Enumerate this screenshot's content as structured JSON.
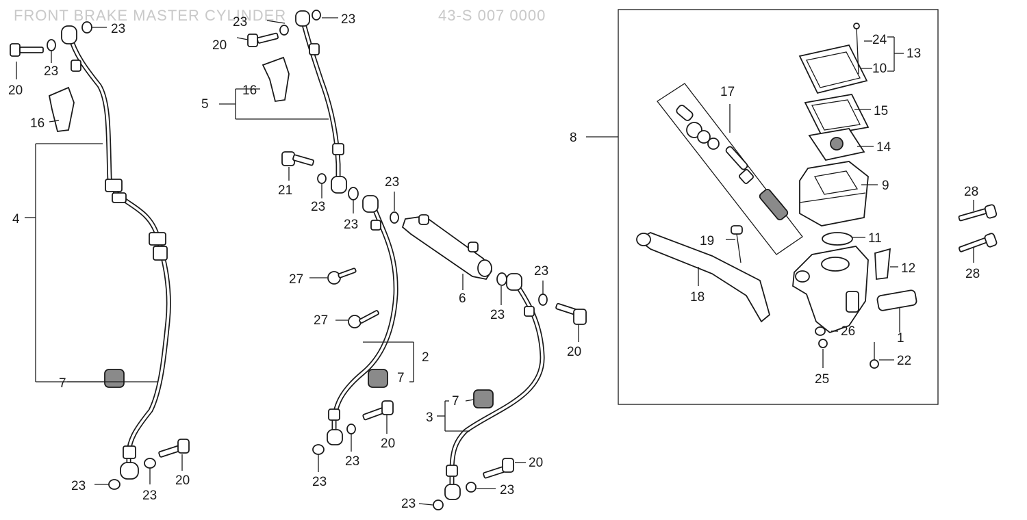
{
  "header_text": "FRONT BRAKE MASTER CYLINDER",
  "header_code": "43-S 007 0000",
  "callouts": [
    {
      "id": "c-20-a",
      "text": "20"
    },
    {
      "id": "c-23-a",
      "text": "23"
    },
    {
      "id": "c-23-b",
      "text": "23"
    },
    {
      "id": "c-16-a",
      "text": "16"
    },
    {
      "id": "c-4",
      "text": "4"
    },
    {
      "id": "c-7-a",
      "text": "7"
    },
    {
      "id": "c-23-c",
      "text": "23"
    },
    {
      "id": "c-23-d",
      "text": "23"
    },
    {
      "id": "c-20-b",
      "text": "20"
    },
    {
      "id": "c-23-e",
      "text": "23"
    },
    {
      "id": "c-23-f",
      "text": "23"
    },
    {
      "id": "c-20-c",
      "text": "20"
    },
    {
      "id": "c-5",
      "text": "5"
    },
    {
      "id": "c-16-b",
      "text": "16"
    },
    {
      "id": "c-21",
      "text": "21"
    },
    {
      "id": "c-23-g",
      "text": "23"
    },
    {
      "id": "c-23-h",
      "text": "23"
    },
    {
      "id": "c-23-i",
      "text": "23"
    },
    {
      "id": "c-27-a",
      "text": "27"
    },
    {
      "id": "c-27-b",
      "text": "27"
    },
    {
      "id": "c-6",
      "text": "6"
    },
    {
      "id": "c-2",
      "text": "2"
    },
    {
      "id": "c-7-b",
      "text": "7"
    },
    {
      "id": "c-20-d",
      "text": "20"
    },
    {
      "id": "c-23-j",
      "text": "23"
    },
    {
      "id": "c-23-k",
      "text": "23"
    },
    {
      "id": "c-23-l",
      "text": "23"
    },
    {
      "id": "c-23-m",
      "text": "23"
    },
    {
      "id": "c-20-e",
      "text": "20"
    },
    {
      "id": "c-3",
      "text": "3"
    },
    {
      "id": "c-7-c",
      "text": "7"
    },
    {
      "id": "c-20-f",
      "text": "20"
    },
    {
      "id": "c-23-n",
      "text": "23"
    },
    {
      "id": "c-23-o",
      "text": "23"
    },
    {
      "id": "c-8",
      "text": "8"
    },
    {
      "id": "c-24",
      "text": "24"
    },
    {
      "id": "c-13",
      "text": "13"
    },
    {
      "id": "c-10",
      "text": "10"
    },
    {
      "id": "c-17",
      "text": "17"
    },
    {
      "id": "c-15",
      "text": "15"
    },
    {
      "id": "c-14",
      "text": "14"
    },
    {
      "id": "c-9",
      "text": "9"
    },
    {
      "id": "c-11",
      "text": "11"
    },
    {
      "id": "c-19",
      "text": "19"
    },
    {
      "id": "c-12",
      "text": "12"
    },
    {
      "id": "c-18",
      "text": "18"
    },
    {
      "id": "c-1",
      "text": "1"
    },
    {
      "id": "c-26",
      "text": "26"
    },
    {
      "id": "c-22",
      "text": "22"
    },
    {
      "id": "c-25",
      "text": "25"
    },
    {
      "id": "c-28-a",
      "text": "28"
    },
    {
      "id": "c-28-b",
      "text": "28"
    }
  ]
}
